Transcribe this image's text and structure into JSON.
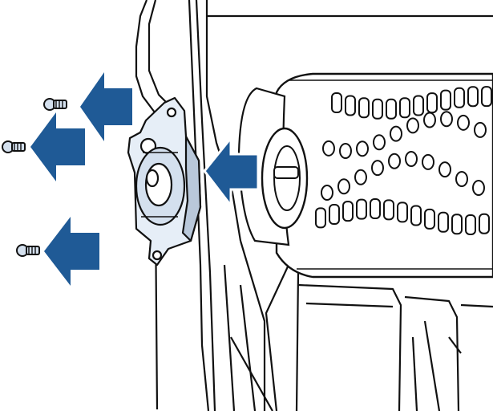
{
  "figure": {
    "parts": [
      {
        "id": "screw-1",
        "icon": "screw-icon"
      },
      {
        "id": "screw-2",
        "icon": "screw-icon"
      },
      {
        "id": "screw-3",
        "icon": "screw-icon"
      },
      {
        "id": "bearing-cap",
        "icon": "end-cap-icon"
      },
      {
        "id": "brush-roll",
        "icon": "brush-roller-icon"
      }
    ],
    "arrows": [
      {
        "id": "arrow-screw-1",
        "direction": "left"
      },
      {
        "id": "arrow-screw-2",
        "direction": "left"
      },
      {
        "id": "arrow-screw-3",
        "direction": "left"
      },
      {
        "id": "arrow-end-cap",
        "direction": "left"
      },
      {
        "id": "arrow-brush-roll",
        "direction": "left"
      }
    ],
    "colors": {
      "arrow": "#1f5a96",
      "line": "#111111",
      "part_fill": "#e6eef7",
      "part_shade": "#b9c8da",
      "background": "#ffffff"
    }
  }
}
